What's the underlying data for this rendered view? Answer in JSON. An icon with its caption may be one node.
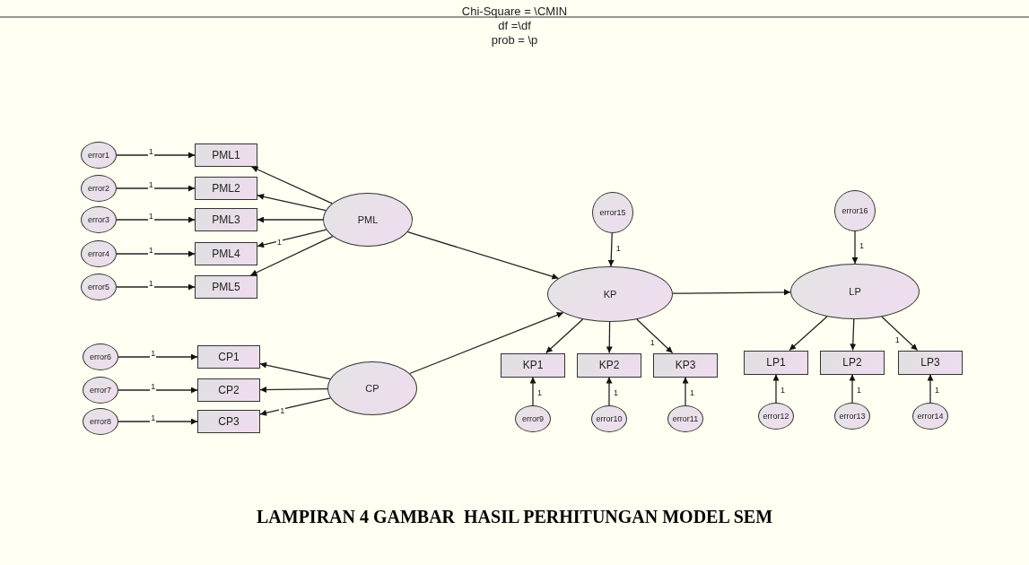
{
  "diagram": {
    "caption": "LAMPIRAN 4 GAMBAR  HASIL PERHITUNGAN MODEL SEM",
    "nodes": [
      {
        "text": [
          "error1"
        ]
      },
      {
        "text": [
          "error2"
        ]
      },
      {
        "text": [
          "error3"
        ]
      },
      {
        "text": [
          "error4"
        ]
      },
      {
        "text": [
          "error5"
        ]
      },
      {
        "text": [
          "PML1"
        ]
      },
      {
        "text": [
          "PML2"
        ]
      },
      {
        "text": [
          "PML3"
        ]
      },
      {
        "text": [
          "PML4"
        ]
      },
      {
        "text": [
          "PML5"
        ]
      },
      {
        "text": [
          "PML"
        ]
      },
      {
        "text": [
          "error6"
        ]
      },
      {
        "text": [
          "error7"
        ]
      },
      {
        "text": [
          "error8"
        ]
      },
      {
        "text": [
          "CP1"
        ]
      },
      {
        "text": [
          "CP2"
        ]
      },
      {
        "text": [
          "CP3"
        ]
      },
      {
        "text": [
          "CP"
        ]
      },
      {
        "text": [
          "error15"
        ]
      },
      {
        "text": [
          "KP"
        ]
      },
      {
        "text": [
          "error16"
        ]
      },
      {
        "text": [
          "LP"
        ]
      },
      {
        "text": [
          "KP1"
        ]
      },
      {
        "text": [
          "KP2"
        ]
      },
      {
        "text": [
          "KP3"
        ]
      },
      {
        "text": [
          "LP1"
        ]
      },
      {
        "text": [
          "LP2"
        ]
      },
      {
        "text": [
          "LP3"
        ]
      },
      {
        "text": [
          "error9"
        ]
      },
      {
        "text": [
          "error10"
        ]
      },
      {
        "text": [
          "error11"
        ]
      },
      {
        "text": [
          "error12"
        ]
      },
      {
        "text": [
          "error13"
        ]
      },
      {
        "text": [
          "error14"
        ]
      }
    ],
    "edges": [
      {
        "from": 0,
        "to": 5,
        "arrow": "to",
        "label": "1"
      },
      {
        "from": 1,
        "to": 6,
        "arrow": "to",
        "label": "1"
      },
      {
        "from": 2,
        "to": 7,
        "arrow": "to",
        "label": "1"
      },
      {
        "from": 3,
        "to": 8,
        "arrow": "to",
        "label": "1"
      },
      {
        "from": 4,
        "to": 9,
        "arrow": "to",
        "label": "1"
      },
      {
        "from": 10,
        "to": 5,
        "arrow": "to"
      },
      {
        "from": 10,
        "to": 6,
        "arrow": "to"
      },
      {
        "from": 10,
        "to": 7,
        "arrow": "to"
      },
      {
        "from": 10,
        "to": 8,
        "arrow": "to",
        "label": "1"
      },
      {
        "from": 10,
        "to": 9,
        "arrow": "to"
      },
      {
        "from": 11,
        "to": 14,
        "arrow": "to",
        "label": "1"
      },
      {
        "from": 12,
        "to": 15,
        "arrow": "to",
        "label": "1"
      },
      {
        "from": 13,
        "to": 16,
        "arrow": "to",
        "label": "1"
      },
      {
        "from": 17,
        "to": 14,
        "arrow": "to"
      },
      {
        "from": 17,
        "to": 15,
        "arrow": "to"
      },
      {
        "from": 17,
        "to": 16,
        "arrow": "to",
        "label": "1"
      },
      {
        "from": 10,
        "to": 19,
        "arrow": "to"
      },
      {
        "from": 17,
        "to": 19,
        "arrow": "to"
      },
      {
        "from": 18,
        "to": 19,
        "arrow": "to",
        "label": "1"
      },
      {
        "from": 19,
        "to": 21,
        "arrow": "to"
      },
      {
        "from": 20,
        "to": 21,
        "arrow": "to",
        "label": "1"
      },
      {
        "from": 19,
        "to": 22,
        "arrow": "to"
      },
      {
        "from": 19,
        "to": 23,
        "arrow": "to"
      },
      {
        "from": 19,
        "to": 24,
        "arrow": "to",
        "label": "1"
      },
      {
        "from": 21,
        "to": 25,
        "arrow": "to"
      },
      {
        "from": 21,
        "to": 26,
        "arrow": "to"
      },
      {
        "from": 21,
        "to": 27,
        "arrow": "to",
        "label": "1"
      },
      {
        "from": 28,
        "to": 22,
        "arrow": "to",
        "label": "1"
      },
      {
        "from": 29,
        "to": 23,
        "arrow": "to",
        "label": "1"
      },
      {
        "from": 30,
        "to": 24,
        "arrow": "to",
        "label": "1"
      },
      {
        "from": 31,
        "to": 25,
        "arrow": "to",
        "label": "1"
      },
      {
        "from": 32,
        "to": 26,
        "arrow": "to",
        "label": "1"
      },
      {
        "from": 33,
        "to": 27,
        "arrow": "to",
        "label": "1"
      }
    ],
    "labels": [
      "Chi-Square = \\CMIN",
      "df =\\df",
      "prob = \\p"
    ]
  }
}
